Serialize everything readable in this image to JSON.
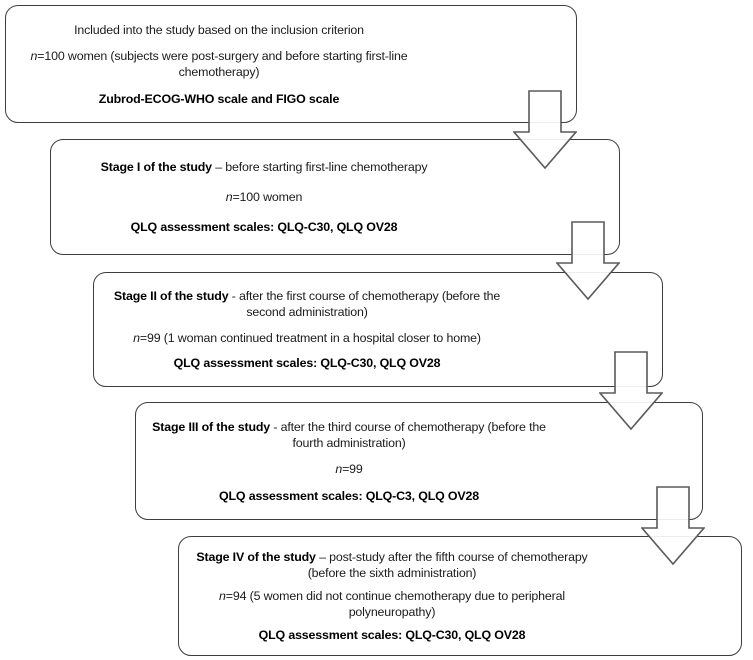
{
  "diagram": {
    "type": "study-flowchart",
    "colors": {
      "background": "#ffffff",
      "box_border": "#3e3e3e",
      "arrow_border": "#5a5a5a",
      "text": "#1b1b1b",
      "bold_text": "#000000"
    },
    "arrows": {
      "icon": "block-down-arrow",
      "direction": "down",
      "count": 4,
      "connections": [
        {
          "from": "inclusion",
          "to": "stage-1"
        },
        {
          "from": "stage-1",
          "to": "stage-2"
        },
        {
          "from": "stage-2",
          "to": "stage-3"
        },
        {
          "from": "stage-3",
          "to": "stage-4"
        }
      ]
    },
    "boxes": [
      {
        "id": "inclusion",
        "title_bold": "",
        "title_rest": "Included into the study based on the inclusion criterion",
        "title_cont": "",
        "n_italic": "n",
        "n_rest": "=100 women (subjects were post-surgery and before starting first-line",
        "n_cont": "chemotherapy)",
        "footer_bold": "Zubrod-ECOG-WHO scale and FIGO scale"
      },
      {
        "id": "stage-1",
        "title_bold": "Stage I of the study",
        "title_rest": " – before starting first-line chemotherapy",
        "title_cont": "",
        "n_italic": "n",
        "n_rest": "=100 women",
        "n_cont": "",
        "footer_bold": "QLQ assessment scales: QLQ-C30, QLQ OV28"
      },
      {
        "id": "stage-2",
        "title_bold": "Stage II of the study",
        "title_rest": " - after the first course of chemotherapy (before the",
        "title_cont": "second administration)",
        "n_italic": "n",
        "n_rest": "=99 (1 woman continued treatment in a hospital closer to home)",
        "n_cont": "",
        "footer_bold": "QLQ assessment scales: QLQ-C30, QLQ OV28"
      },
      {
        "id": "stage-3",
        "title_bold": "Stage III of the study",
        "title_rest": " - after the third course of chemotherapy (before the",
        "title_cont": "fourth administration)",
        "n_italic": "n",
        "n_rest": "=99",
        "n_cont": "",
        "footer_bold": "QLQ assessment scales: QLQ-C3, QLQ OV28"
      },
      {
        "id": "stage-4",
        "title_bold": "Stage IV of the study",
        "title_rest": " – post-study after the fifth course of chemotherapy",
        "title_cont": "(before the sixth administration)",
        "n_italic": "n",
        "n_rest": "=94 (5 women did not continue chemotherapy due to peripheral",
        "n_cont": "polyneuropathy)",
        "footer_bold": "QLQ assessment scales: QLQ-C30, QLQ OV28"
      }
    ]
  }
}
